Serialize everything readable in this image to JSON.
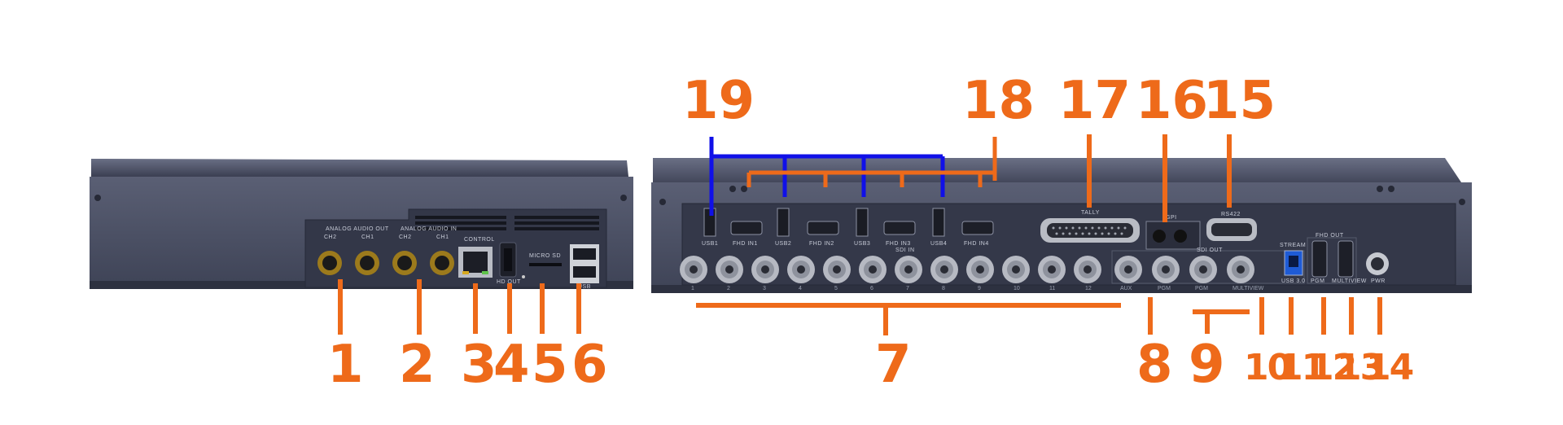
{
  "callouts": {
    "left": [
      "1",
      "2",
      "3",
      "4",
      "5",
      "6"
    ],
    "right_top": [
      "19",
      "18",
      "17",
      "16",
      "15"
    ],
    "right_bottom": [
      "7",
      "8",
      "9",
      "10",
      "11",
      "12",
      "13",
      "14"
    ]
  },
  "left_panel": {
    "analog_out": "ANALOG AUDIO OUT",
    "analog_out_ch": [
      "CH2",
      "CH1"
    ],
    "analog_in": "ANALOG AUDIO IN",
    "analog_in_ch": [
      "CH2",
      "CH1"
    ],
    "control": "CONTROL",
    "hdout": "HD OUT",
    "microsd": "MICRO SD",
    "usb": "USB"
  },
  "right_panel": {
    "usb_labels": [
      "USB1",
      "USB2",
      "USB3",
      "USB4"
    ],
    "fhd_in_labels": [
      "FHD IN1",
      "FHD IN2",
      "FHD IN3",
      "FHD IN4"
    ],
    "tally": "TALLY",
    "gpi": "GPI",
    "rs422": "RS422",
    "sdi_in": "SDI IN",
    "sdi_out": "SDI OUT",
    "sdi_in_numbers": [
      "1",
      "2",
      "3",
      "4",
      "5",
      "6",
      "7",
      "8",
      "9",
      "10",
      "11",
      "12"
    ],
    "sdi_out_labels": [
      "AUX",
      "PGM",
      "PGM",
      "MULTIVIEW"
    ],
    "stream": "STREAM",
    "usb30": "USB 3.0",
    "fhd_out": "FHD OUT",
    "fhd_out_labels": [
      "PGM",
      "MULTIVIEW"
    ],
    "pwr": "PWR"
  },
  "colors": {
    "accent": "#ee6a1a",
    "bracket": "#1010e8",
    "chassis": "#4a4f63",
    "panel": "#2f3345"
  }
}
